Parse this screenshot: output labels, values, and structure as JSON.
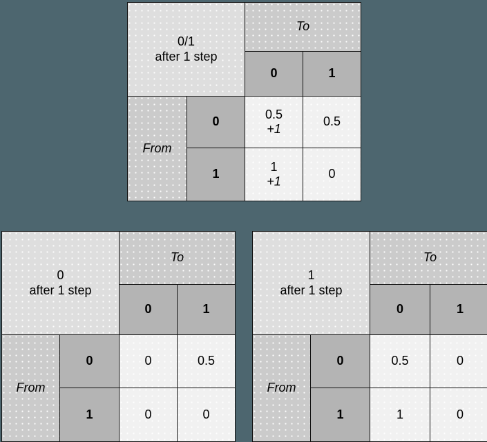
{
  "background_color": "#4d666f",
  "palette": {
    "corner_fill": "#dedede",
    "to_header_fill": "#cbcbcb",
    "axis_header_fill": "#b4b4b4",
    "from_fill": "#cbcbcb",
    "data_fill": "#f1f1f1",
    "border": "#111111",
    "text": "#000000"
  },
  "tables": [
    {
      "id": "top",
      "caption_line1": "0/1",
      "caption_line2": "after 1 step",
      "to_label": "To",
      "from_label": "From",
      "col_headers": [
        "0",
        "1"
      ],
      "row_headers": [
        "0",
        "1"
      ],
      "cells": [
        [
          {
            "value": "0.5",
            "note": "+1"
          },
          {
            "value": "0.5",
            "note": ""
          }
        ],
        [
          {
            "value": "1",
            "note": "+1"
          },
          {
            "value": "0",
            "note": ""
          }
        ]
      ]
    },
    {
      "id": "bottom-left",
      "caption_line1": "0",
      "caption_line2": "after 1 step",
      "to_label": "To",
      "from_label": "From",
      "col_headers": [
        "0",
        "1"
      ],
      "row_headers": [
        "0",
        "1"
      ],
      "cells": [
        [
          {
            "value": "0",
            "note": ""
          },
          {
            "value": "0.5",
            "note": ""
          }
        ],
        [
          {
            "value": "0",
            "note": ""
          },
          {
            "value": "0",
            "note": ""
          }
        ]
      ]
    },
    {
      "id": "bottom-right",
      "caption_line1": "1",
      "caption_line2": "after 1 step",
      "to_label": "To",
      "from_label": "From",
      "col_headers": [
        "0",
        "1"
      ],
      "row_headers": [
        "0",
        "1"
      ],
      "cells": [
        [
          {
            "value": "0.5",
            "note": ""
          },
          {
            "value": "0",
            "note": ""
          }
        ],
        [
          {
            "value": "1",
            "note": ""
          },
          {
            "value": "0",
            "note": ""
          }
        ]
      ]
    }
  ],
  "chart_data": {
    "type": "table",
    "title": "Transition probability matrices after 1 step",
    "matrices": [
      {
        "name": "0/1 after 1 step",
        "row_label": "From",
        "col_label": "To",
        "categories": [
          "0",
          "1"
        ],
        "rows": [
          {
            "from": "0",
            "to_0": 0.5,
            "to_1": 0.5,
            "to_0_note": "+1"
          },
          {
            "from": "1",
            "to_0": 1,
            "to_1": 0,
            "to_0_note": "+1"
          }
        ]
      },
      {
        "name": "0 after 1 step",
        "row_label": "From",
        "col_label": "To",
        "categories": [
          "0",
          "1"
        ],
        "rows": [
          {
            "from": "0",
            "to_0": 0,
            "to_1": 0.5
          },
          {
            "from": "1",
            "to_0": 0,
            "to_1": 0
          }
        ]
      },
      {
        "name": "1 after 1 step",
        "row_label": "From",
        "col_label": "To",
        "categories": [
          "0",
          "1"
        ],
        "rows": [
          {
            "from": "0",
            "to_0": 0.5,
            "to_1": 0
          },
          {
            "from": "1",
            "to_0": 1,
            "to_1": 0
          }
        ]
      }
    ]
  }
}
